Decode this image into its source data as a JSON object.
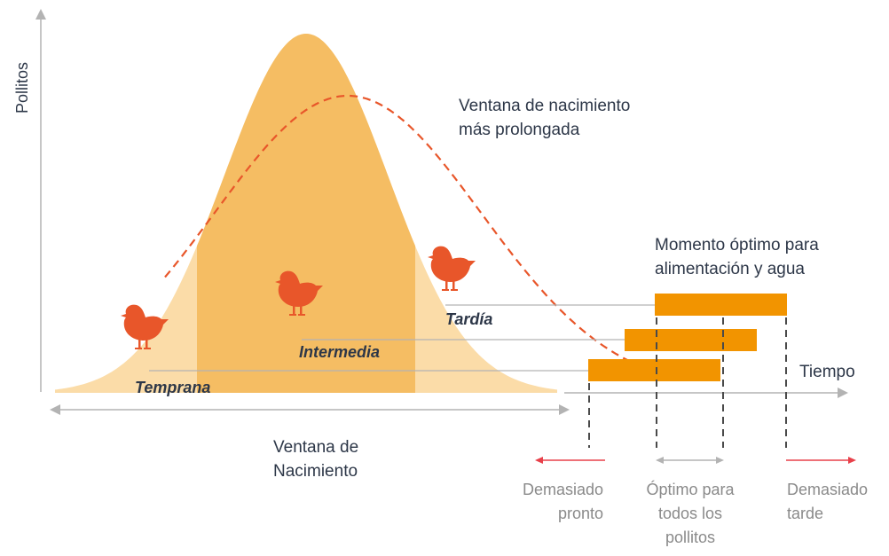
{
  "axes": {
    "y_label": "Pollitos",
    "x_label": "Tiempo"
  },
  "window": {
    "label_line1": "Ventana de",
    "label_line2": "Nacimiento"
  },
  "regions": {
    "early": "Temprana",
    "mid": "Intermedia",
    "late": "Tardía"
  },
  "dashed_curve": {
    "line1": "Ventana de nacimiento",
    "line2": "más prolongada"
  },
  "optimal_moment": {
    "line1": "Momento óptimo para",
    "line2": "alimentación y agua"
  },
  "zones": {
    "too_early": [
      "Demasiado",
      "pronto"
    ],
    "optimal": [
      "Óptimo para",
      "todos los",
      "pollitos"
    ],
    "too_late": [
      "Demasiado",
      "tarde"
    ]
  },
  "colors": {
    "light_fill": "#fbdca8",
    "mid_fill": "#f5bd63",
    "bar": "#f29400",
    "dashed": "#e8562a",
    "chick": "#e8562a",
    "red_arrow": "#e8404a",
    "axis": "#b3b3b3",
    "text_dark": "#2d3748",
    "text_grey": "#8a8a8a"
  }
}
